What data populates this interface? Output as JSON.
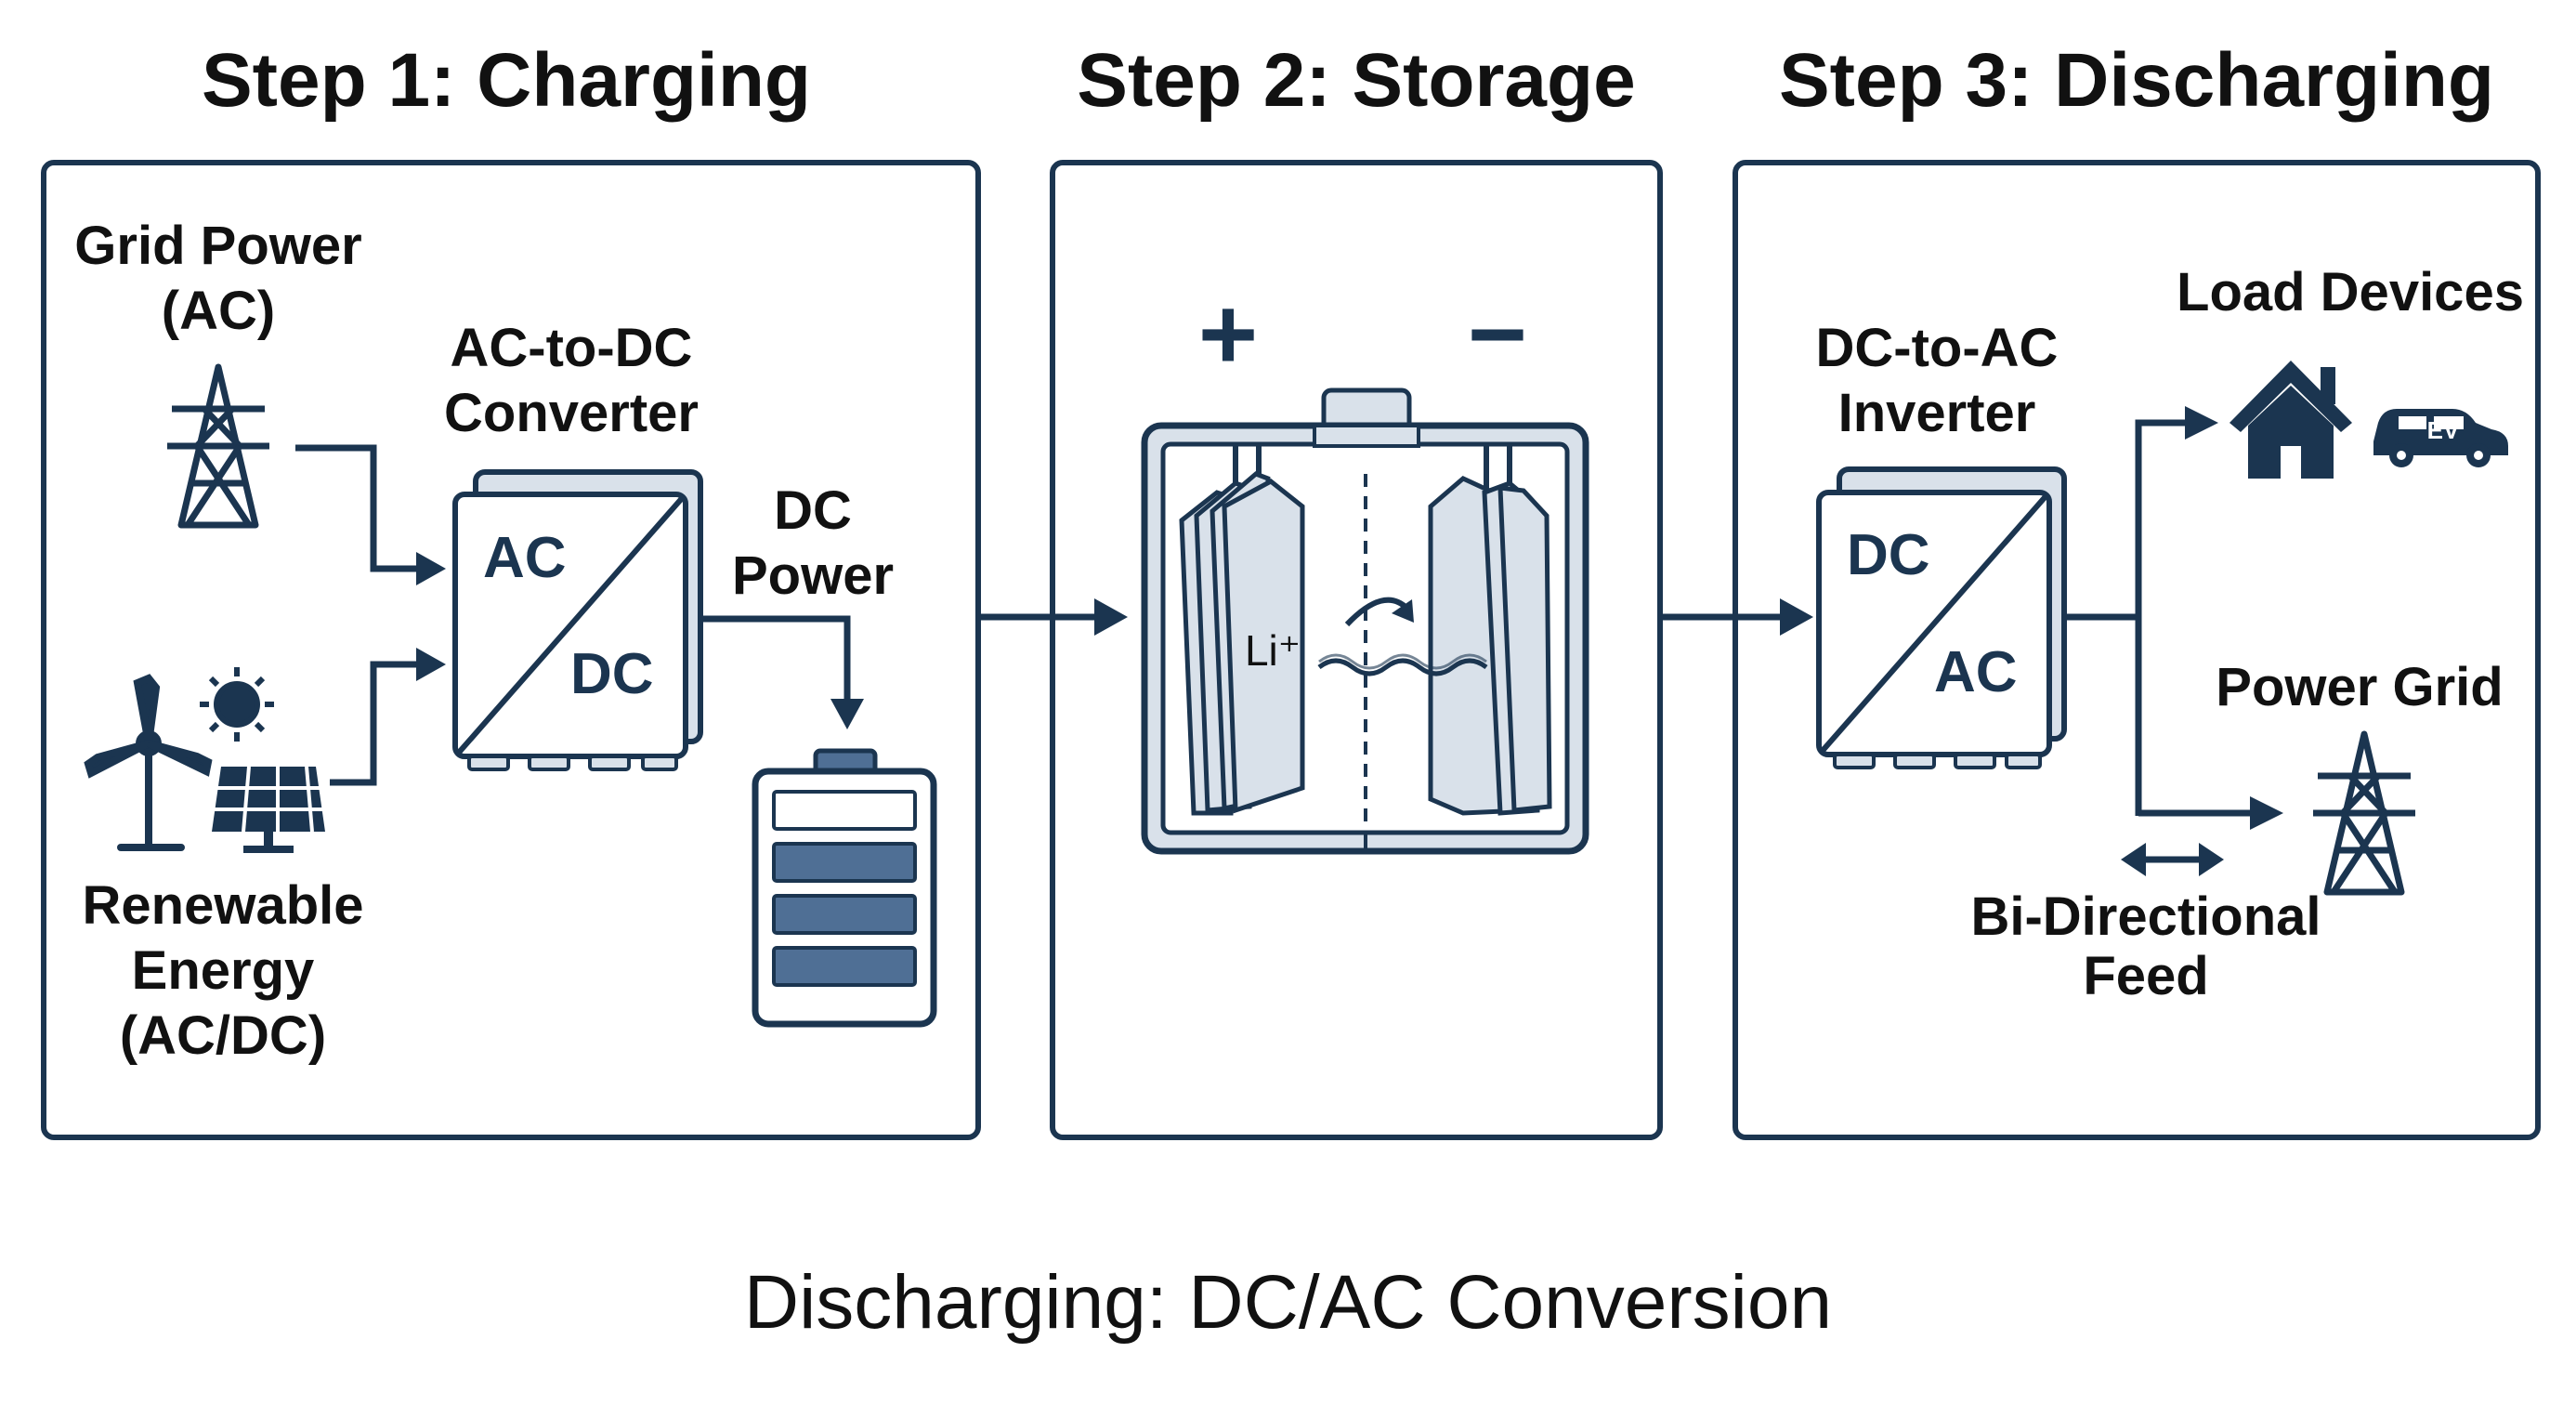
{
  "steps": [
    {
      "title": "Step 1: Charging"
    },
    {
      "title": "Step 2: Storage"
    },
    {
      "title": "Step 3: Discharging"
    }
  ],
  "charging": {
    "grid_power": [
      "Grid Power",
      "(AC)"
    ],
    "converter": [
      "AC-to-DC",
      "Converter"
    ],
    "converter_in": "AC",
    "converter_out": "DC",
    "dc_power": [
      "DC",
      "Power"
    ],
    "renewable": [
      "Renewable",
      "Energy",
      "(AC/DC)"
    ]
  },
  "storage": {
    "plus": "+",
    "minus": "−",
    "ion": "Li⁺"
  },
  "discharging": {
    "inverter": [
      "DC-to-AC",
      "Inverter"
    ],
    "inverter_in": "DC",
    "inverter_out": "AC",
    "load_devices": "Load Devices",
    "ev_label": "EV",
    "power_grid": "Power Grid",
    "bidirectional": [
      "Bi-Directional",
      "Feed"
    ]
  },
  "footer": "Discharging: DC/AC Conversion",
  "colors": {
    "primary": "#1b3550",
    "light_fill": "#d9e1ea",
    "bar_fill": "#4f6f95"
  }
}
